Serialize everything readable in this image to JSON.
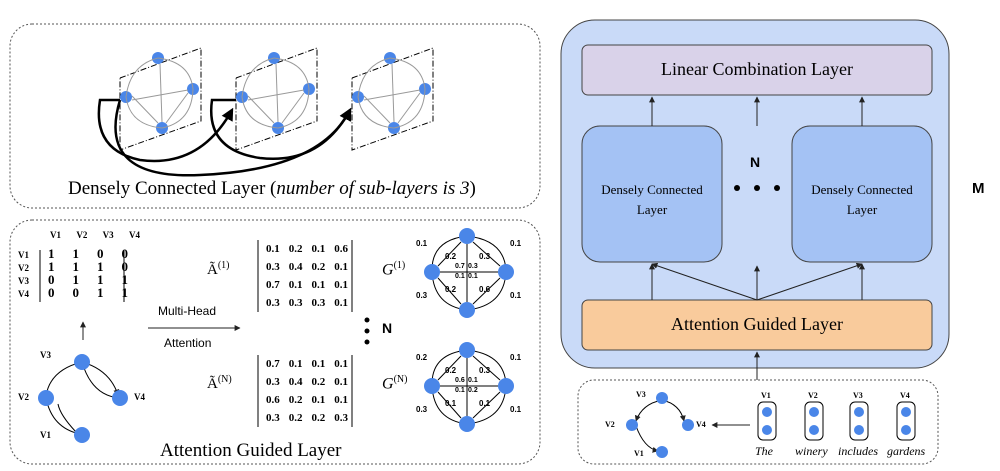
{
  "top_panel": {
    "caption_main": "Densely Connected Layer (",
    "caption_italic": "number of sub-layers is 3",
    "caption_end": ")"
  },
  "bottom_left_panel": {
    "caption": "Attention Guided Layer",
    "adjacency": {
      "col_headers": [
        "V1",
        "V2",
        "V3",
        "V4"
      ],
      "row_headers": [
        "V1",
        "V2",
        "V3",
        "V4"
      ],
      "rows": [
        [
          "1",
          "1",
          "0",
          "0"
        ],
        [
          "1",
          "1",
          "1",
          "0"
        ],
        [
          "0",
          "1",
          "1",
          "1"
        ],
        [
          "0",
          "0",
          "1",
          "1"
        ]
      ]
    },
    "multi_head_label": "Multi-Head",
    "attention_label": "Attention",
    "dots_label": "N",
    "matrix1": {
      "label": "Ã",
      "sup": "(1)",
      "rows": [
        [
          "0.1",
          "0.2",
          "0.1",
          "0.6"
        ],
        [
          "0.3",
          "0.4",
          "0.2",
          "0.1"
        ],
        [
          "0.7",
          "0.1",
          "0.1",
          "0.1"
        ],
        [
          "0.3",
          "0.3",
          "0.3",
          "0.1"
        ]
      ]
    },
    "matrixN": {
      "label": "Ã",
      "sup": "(N)",
      "rows": [
        [
          "0.7",
          "0.1",
          "0.1",
          "0.1"
        ],
        [
          "0.3",
          "0.4",
          "0.2",
          "0.1"
        ],
        [
          "0.6",
          "0.2",
          "0.1",
          "0.1"
        ],
        [
          "0.3",
          "0.2",
          "0.2",
          "0.3"
        ]
      ]
    },
    "graph1": {
      "label": "G",
      "sup": "(1)",
      "edge_labels": [
        "0.1",
        "0.1",
        "0.3",
        "0.1",
        "0.2",
        "0.3",
        "0.2",
        "0.6",
        "0.7",
        "0.3",
        "0.1",
        "0.1"
      ]
    },
    "graphN": {
      "label": "G",
      "sup": "(N)",
      "edge_labels": [
        "0.2",
        "0.1",
        "0.3",
        "0.1",
        "0.2",
        "0.3",
        "0.1",
        "0.1",
        "0.6",
        "0.1",
        "0.1",
        "0.2"
      ]
    },
    "graph_nodes": [
      "V3",
      "V2",
      "V4",
      "V1"
    ]
  },
  "right_panel": {
    "linear_combination": "Linear Combination Layer",
    "dense_left": [
      "Densely Connected",
      "Layer"
    ],
    "dense_right": [
      "Densely Connected",
      "Layer"
    ],
    "n_label": "N",
    "attention_guided": "Attention Guided Layer",
    "m_label": "M"
  },
  "input_panel": {
    "graph_nodes": [
      "V3",
      "V2",
      "V4",
      "V1"
    ],
    "token_headers": [
      "V1",
      "V2",
      "V3",
      "V4"
    ],
    "tokens": [
      "The",
      "winery",
      "includes",
      "gardens"
    ]
  },
  "colors": {
    "node": "#4a86e8",
    "main_panel": "#c9daf8",
    "dense_box": "#a4c2f4",
    "linear_box": "#d9d2e9",
    "attention_box": "#f9cb9c"
  }
}
